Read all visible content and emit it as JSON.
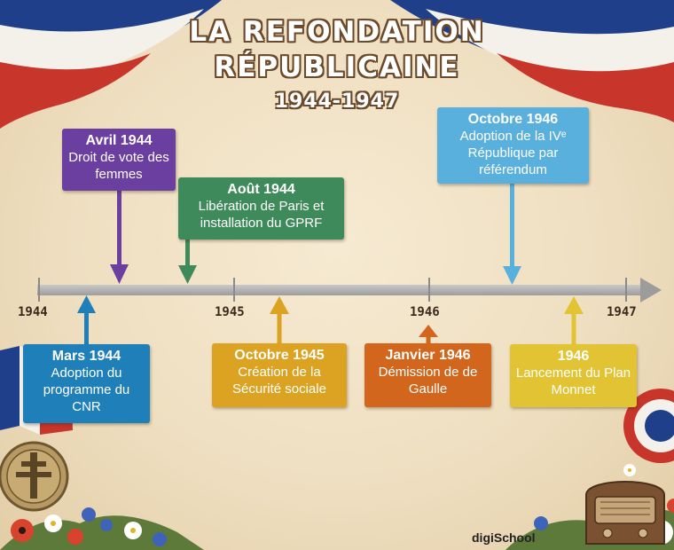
{
  "title": {
    "line1": "LA REFONDATION",
    "line2": "RÉPUBLICAINE",
    "years": "1944-1947"
  },
  "axis": {
    "years": [
      "1944",
      "1945",
      "1946",
      "1947"
    ]
  },
  "events": [
    {
      "id": "avril-1944",
      "date": "Avril 1944",
      "desc": "Droit de vote des femmes",
      "color": "#6b3fa0",
      "side": "above"
    },
    {
      "id": "mars-1944",
      "date": "Mars 1944",
      "desc": "Adoption du programme du CNR",
      "color": "#1f7fb8",
      "side": "below"
    },
    {
      "id": "aout-1944",
      "date": "Août 1944",
      "desc": "Libération de Paris et installation du GPRF",
      "color": "#3f8a5a",
      "side": "above"
    },
    {
      "id": "octobre-1945",
      "date": "Octobre 1945",
      "desc": "Création de la Sécurité sociale",
      "color": "#dca322",
      "side": "below"
    },
    {
      "id": "janvier-1946",
      "date": "Janvier 1946",
      "desc": "Démission de de Gaulle",
      "color": "#d2661c",
      "side": "below"
    },
    {
      "id": "octobre-1946",
      "date": "Octobre 1946",
      "desc": "Adoption de la IVᵉ République par référendum",
      "color": "#5ab0dc",
      "side": "above"
    },
    {
      "id": "1946-plan",
      "date": "1946",
      "desc": "Lancement du Plan Monnet",
      "color": "#e2c333",
      "side": "below"
    }
  ],
  "brand": "digiSchool"
}
